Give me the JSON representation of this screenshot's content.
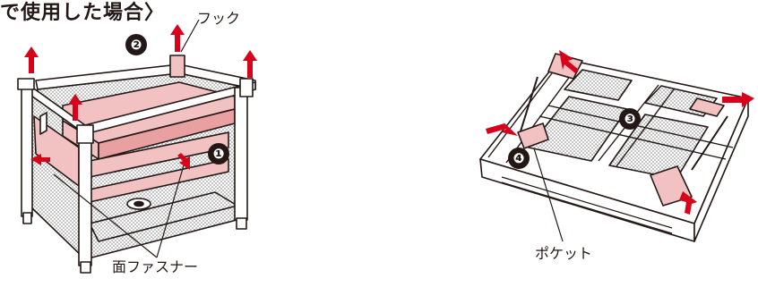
{
  "heading": "で使用した場合〉",
  "labels": {
    "hook": "フック",
    "velcro": "面ファスナー",
    "pocket": "ポケット"
  },
  "steps": [
    "❶",
    "❷",
    "❸",
    "❹"
  ],
  "colors": {
    "line": "#231815",
    "pink": "#f2c2c2",
    "pink_dark": "#e8a0a0",
    "arrow_red": "#d9001b",
    "mesh": "#d8d8d8"
  }
}
